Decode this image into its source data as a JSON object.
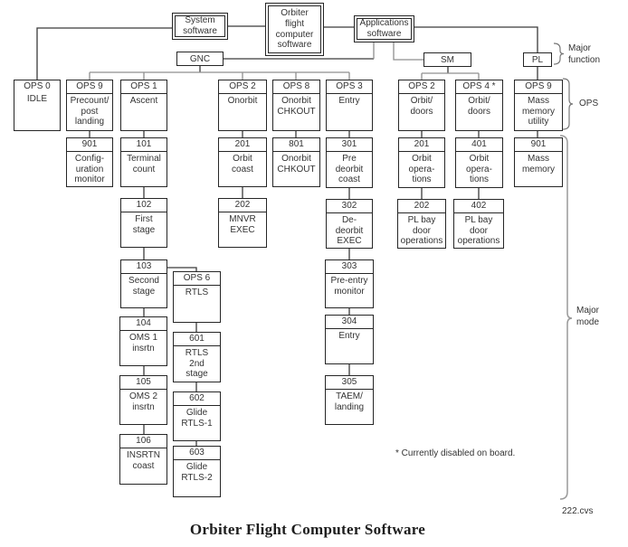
{
  "page": {
    "caption": "Orbiter Flight Computer Software",
    "note": "* Currently disabled on board.",
    "file_label": "222.cvs"
  },
  "labels": {
    "major_function": "Major\nfunction",
    "ops": "OPS",
    "major_mode": "Major\nmode"
  },
  "colors": {
    "box_border": "#262626",
    "connector": "#3a3a3a",
    "bus": "#8f8f8f",
    "brace": "#777777",
    "text": "#333333"
  },
  "nodes": {
    "root": {
      "body": "Orbiter\nflight\ncomputer\nsoftware"
    },
    "system_software": {
      "body": "System\nsoftware"
    },
    "applications_software": {
      "body": "Applications\nsoftware"
    },
    "gnc": {
      "body": "GNC"
    },
    "sm": {
      "body": "SM"
    },
    "pl": {
      "body": "PL"
    },
    "ops0": {
      "title": "OPS 0",
      "body": "IDLE"
    },
    "ops9_gnc": {
      "title": "OPS 9",
      "body": "Precount/\npost\nlanding"
    },
    "ops1": {
      "title": "OPS 1",
      "body": "Ascent"
    },
    "ops2_gnc": {
      "title": "OPS 2",
      "body": "Onorbit"
    },
    "ops8": {
      "title": "OPS 8",
      "body": "Onorbit\nCHKOUT"
    },
    "ops3": {
      "title": "OPS 3",
      "body": "Entry"
    },
    "ops2_sm": {
      "title": "OPS 2",
      "body": "Orbit/\ndoors"
    },
    "ops4_sm": {
      "title": "OPS 4 *",
      "body": "Orbit/\ndoors"
    },
    "ops9_pl": {
      "title": "OPS 9",
      "body": "Mass\nmemory\nutility"
    },
    "m901_gnc": {
      "title": "901",
      "body": "Config-\nuration\nmonitor"
    },
    "m101": {
      "title": "101",
      "body": "Terminal\ncount"
    },
    "m201_gnc": {
      "title": "201",
      "body": "Orbit\ncoast"
    },
    "m801": {
      "title": "801",
      "body": "Onorbit\nCHKOUT"
    },
    "m301": {
      "title": "301",
      "body": "Pre\ndeorbit\ncoast"
    },
    "m201_sm": {
      "title": "201",
      "body": "Orbit\nopera-\ntions"
    },
    "m401": {
      "title": "401",
      "body": "Orbit\nopera-\ntions"
    },
    "m901_pl": {
      "title": "901",
      "body": "Mass\nmemory"
    },
    "m102": {
      "title": "102",
      "body": "First\nstage"
    },
    "m202_gnc": {
      "title": "202",
      "body": "MNVR\nEXEC"
    },
    "m302": {
      "title": "302",
      "body": "De-\ndeorbit\nEXEC"
    },
    "m202_sm": {
      "title": "202",
      "body": "PL bay\ndoor\noperations"
    },
    "m402": {
      "title": "402",
      "body": "PL bay\ndoor\noperations"
    },
    "m103": {
      "title": "103",
      "body": "Second\nstage"
    },
    "ops6": {
      "title": "OPS 6",
      "body": "RTLS"
    },
    "m303": {
      "title": "303",
      "body": "Pre-entry\nmonitor"
    },
    "m104": {
      "title": "104",
      "body": "OMS 1\ninsrtn"
    },
    "m601": {
      "title": "601",
      "body": "RTLS\n2nd\nstage"
    },
    "m304": {
      "title": "304",
      "body": "Entry"
    },
    "m105": {
      "title": "105",
      "body": "OMS 2\ninsrtn"
    },
    "m602": {
      "title": "602",
      "body": "Glide\nRTLS-1"
    },
    "m305": {
      "title": "305",
      "body": "TAEM/\nlanding"
    },
    "m106": {
      "title": "106",
      "body": "INSRTN\ncoast"
    },
    "m603": {
      "title": "603",
      "body": "Glide\nRTLS-2"
    }
  }
}
